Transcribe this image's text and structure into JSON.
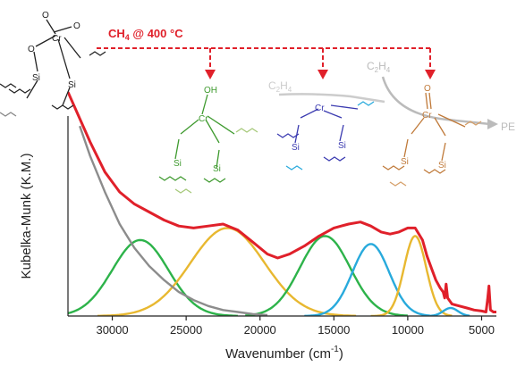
{
  "chart_data": {
    "type": "line",
    "xlabel": "Wavenumber (cm",
    "xlabel_sup": "-1",
    "xlabel_close": ")",
    "ylabel": "Kubelka-Munk (K.M.)",
    "xlim": [
      33000,
      4000
    ],
    "x_reversed": true,
    "ylim": [
      0,
      1
    ],
    "grid": false,
    "xticks": [
      30000,
      25000,
      20000,
      15000,
      10000,
      5000
    ],
    "xtick_labels": [
      "30000",
      "25000",
      "20000",
      "15000",
      "10000",
      "5000"
    ],
    "series": [
      {
        "color": "#e0202a",
        "x": [
          33000,
          31500,
          30500,
          29500,
          28500,
          27500,
          26500,
          25500,
          24500,
          23500,
          22500,
          21500,
          20500,
          19500,
          18800,
          18000,
          17000,
          16000,
          15000,
          14000,
          13200,
          12500,
          11800,
          11200,
          10600,
          10000,
          9500,
          9000,
          8700,
          8400,
          8100,
          7800,
          7600,
          7500,
          7400,
          7300,
          7000,
          6500,
          6000,
          5500,
          5000,
          4700,
          4600,
          4500,
          4400,
          4200,
          4000
        ],
        "y": [
          1.12,
          0.87,
          0.72,
          0.62,
          0.56,
          0.52,
          0.48,
          0.45,
          0.44,
          0.45,
          0.46,
          0.43,
          0.37,
          0.31,
          0.29,
          0.31,
          0.35,
          0.4,
          0.44,
          0.46,
          0.47,
          0.45,
          0.42,
          0.41,
          0.42,
          0.44,
          0.44,
          0.38,
          0.3,
          0.24,
          0.18,
          0.14,
          0.12,
          0.09,
          0.16,
          0.09,
          0.06,
          0.05,
          0.04,
          0.03,
          0.025,
          0.02,
          0.08,
          0.15,
          0.03,
          0.02,
          0.02
        ]
      },
      {
        "color": "#8c8c8c",
        "x": [
          32200,
          31500,
          30500,
          29500,
          28500,
          27500,
          26500,
          25500,
          24500,
          23500,
          22500,
          21500,
          20500,
          19500
        ],
        "y": [
          0.95,
          0.8,
          0.62,
          0.46,
          0.34,
          0.25,
          0.18,
          0.12,
          0.08,
          0.05,
          0.03,
          0.02,
          0.01,
          0.005
        ]
      },
      {
        "color": "#2db34a",
        "center": 28100,
        "height": 0.38,
        "width": 1900,
        "range": [
          33000,
          21500
        ]
      },
      {
        "color": "#e8b830",
        "center": 22200,
        "height": 0.44,
        "width": 2500,
        "range": [
          31000,
          13500
        ]
      },
      {
        "color": "#2db34a",
        "center": 15600,
        "height": 0.4,
        "width": 1700,
        "range": [
          21000,
          10000
        ]
      },
      {
        "color": "#28aadc",
        "center": 12500,
        "height": 0.36,
        "width": 1250,
        "range": [
          17000,
          8500
        ]
      },
      {
        "color": "#e8b830",
        "center": 9500,
        "height": 0.4,
        "width": 750,
        "range": [
          12500,
          7000
        ]
      },
      {
        "color": "#28aadc",
        "center": 7100,
        "height": 0.04,
        "width": 500,
        "range": [
          8500,
          5800
        ]
      }
    ]
  },
  "annotations": {
    "ch4_label": "CH",
    "ch4_sub": "4",
    "ch4_condition": " @ 400 °C",
    "c2h4_label_1": "C",
    "c2h4_sub_1a": "2",
    "c2h4_mid_1": "H",
    "c2h4_sub_1b": "4",
    "c2h4_label_2": "C",
    "c2h4_sub_2a": "2",
    "c2h4_mid_2": "H",
    "c2h4_sub_2b": "4",
    "pe_label": "PE",
    "oh_label": "OH",
    "cr_label": "Cr",
    "si_label": "Si",
    "o_label": "O",
    "ann_red": "#e0202a",
    "ann_gray": "#bbbbbb"
  }
}
